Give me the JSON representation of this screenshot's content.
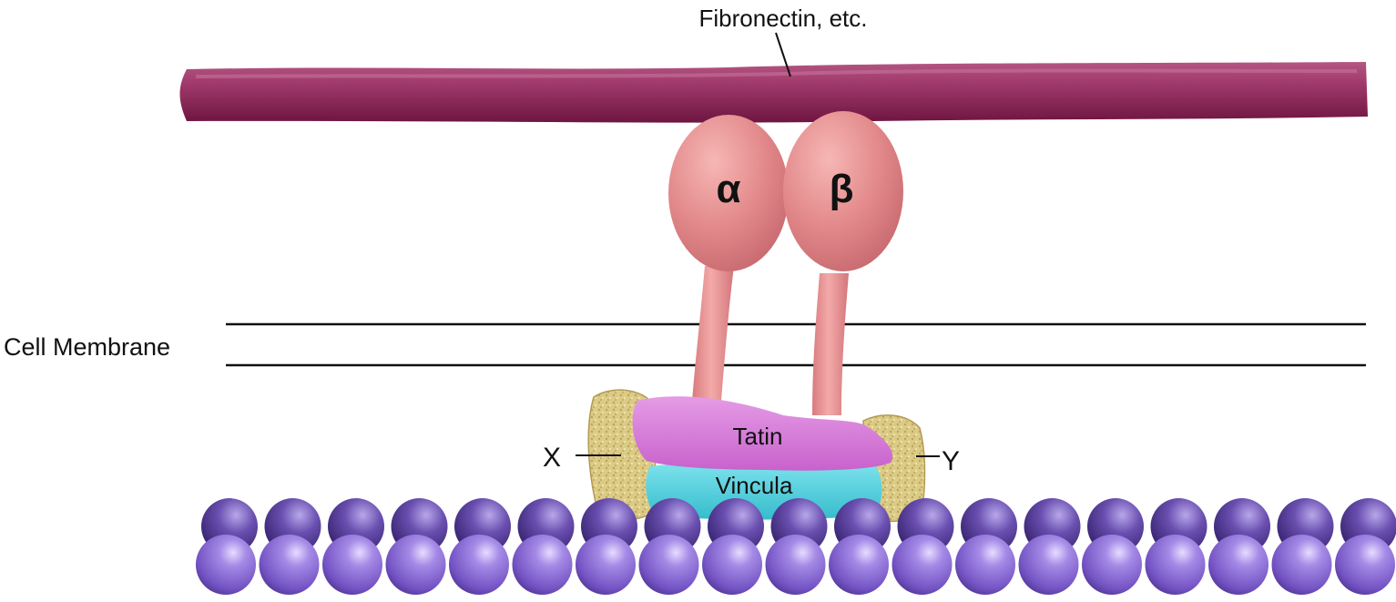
{
  "labels": {
    "fibronectin": "Fibronectin, etc.",
    "alpha": "α",
    "beta": "β",
    "membrane": "Cell Membrane",
    "tatin": "Tatin",
    "vincula": "Vincula",
    "x": "X",
    "y": "Y"
  },
  "colors": {
    "fibronectin": "#8e2356",
    "integrin": "#e58a8e",
    "tatin": "#d77ad9",
    "vincula": "#4fd0de",
    "adaptor": "#d9c77a",
    "actin": "#7c5bc9",
    "membrane_line": "#111111"
  }
}
